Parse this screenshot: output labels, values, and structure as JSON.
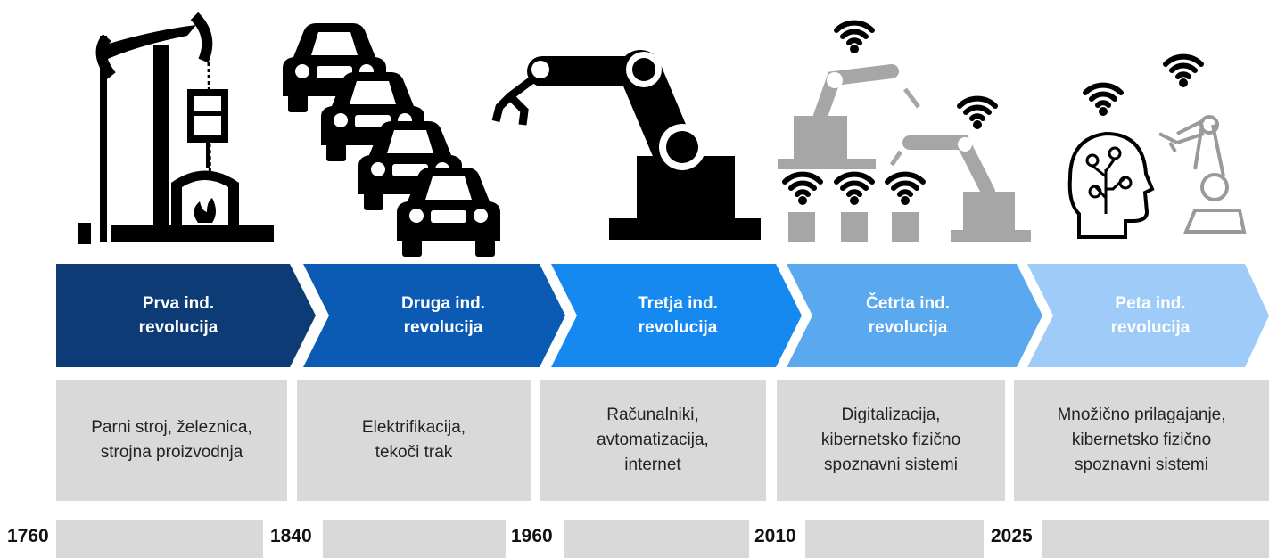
{
  "stages": [
    {
      "title": "Prva ind.\nrevolucija",
      "description": "Parni stroj, železnica,\nstrojna proizvodnja",
      "illustration": "steam-engine-icon",
      "color": "#0d3b75"
    },
    {
      "title": "Druga ind.\nrevolucija",
      "description": "Elektrifikacija,\ntekoči trak",
      "illustration": "assembly-line-cars-icon",
      "color": "#0b5bb5"
    },
    {
      "title": "Tretja ind.\nrevolucija",
      "description": "Računalniki,\navtomatizacija,\ninternet",
      "illustration": "robot-arm-icon",
      "color": "#1589f0"
    },
    {
      "title": "Četrta ind.\nrevolucija",
      "description": "Digitalizacija,\nkibernetsko fizično\nspoznavni sistemi",
      "illustration": "connected-robots-icon",
      "color": "#5aa9ee"
    },
    {
      "title": "Peta ind.\nrevolucija",
      "description": "Množično prilagajanje,\nkibernetsko fizično\nspoznavni sistemi",
      "illustration": "ai-head-robot-icon",
      "color": "#9ecbf7"
    }
  ],
  "years": [
    "1760",
    "1840",
    "1960",
    "2010",
    "2025"
  ]
}
